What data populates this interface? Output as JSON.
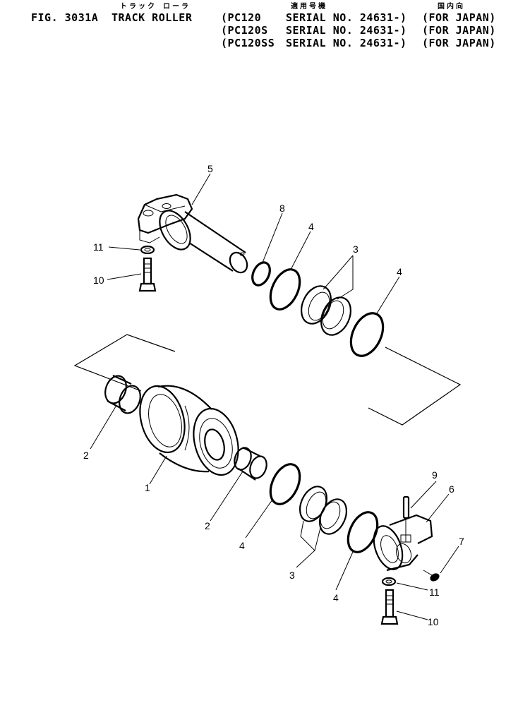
{
  "header": {
    "japanese_part_name": "トラック ローラ",
    "japanese_applicable_models": "適用号機",
    "japanese_market": "国内向",
    "fig_number": "FIG. 3031A",
    "part_name": "TRACK ROLLER",
    "rows": [
      {
        "model": "(PC120",
        "serial": "SERIAL NO. 24631-)",
        "market": "(FOR JAPAN)"
      },
      {
        "model": "(PC120S",
        "serial": "SERIAL NO. 24631-)",
        "market": "(FOR JAPAN)"
      },
      {
        "model": "(PC120SS",
        "serial": "SERIAL NO. 24631-)",
        "market": "(FOR JAPAN)"
      }
    ]
  },
  "callouts": {
    "c1": "1",
    "c2a": "2",
    "c2b": "2",
    "c3a": "3",
    "c3b": "3",
    "c4a": "4",
    "c4b": "4",
    "c4c": "4",
    "c4d": "4",
    "c5": "5",
    "c6": "6",
    "c7": "7",
    "c8": "8",
    "c9": "9",
    "c10a": "10",
    "c10b": "10",
    "c11a": "11",
    "c11b": "11"
  }
}
